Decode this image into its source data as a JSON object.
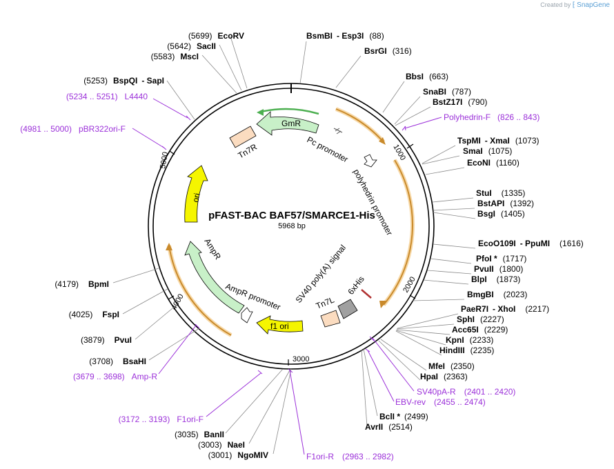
{
  "credit": {
    "prefix": "Created by",
    "brand": "SnapGene"
  },
  "plasmid": {
    "name": "pFAST-BAC BAF57/SMARCE1-His",
    "size_label": "5968 bp",
    "length": 5968
  },
  "ticks": [
    "1000",
    "2000",
    "3000",
    "4000",
    "5000"
  ],
  "sites": [
    {
      "names": [
        "BsmBI",
        "Esp3I"
      ],
      "pos": "(88)"
    },
    {
      "names": [
        "BsrGI"
      ],
      "pos": "(316)"
    },
    {
      "names": [
        "BbsI"
      ],
      "pos": "(663)"
    },
    {
      "names": [
        "SnaBI"
      ],
      "pos": "(787)"
    },
    {
      "names": [
        "BstZ17I"
      ],
      "pos": "(790)"
    },
    {
      "names": [
        "TspMI",
        "XmaI"
      ],
      "pos": "(1073)"
    },
    {
      "names": [
        "SmaI"
      ],
      "pos": "(1075)"
    },
    {
      "names": [
        "EcoNI"
      ],
      "pos": "(1160)"
    },
    {
      "names": [
        "StuI"
      ],
      "pos": "(1335)"
    },
    {
      "names": [
        "BstAPI"
      ],
      "pos": "(1392)"
    },
    {
      "names": [
        "BsgI"
      ],
      "pos": "(1405)"
    },
    {
      "names": [
        "EcoO109I",
        "PpuMI"
      ],
      "pos": "(1616)"
    },
    {
      "names": [
        "PfoI *"
      ],
      "pos": "(1717)"
    },
    {
      "names": [
        "PvuII"
      ],
      "pos": "(1800)"
    },
    {
      "names": [
        "BlpI"
      ],
      "pos": "(1873)"
    },
    {
      "names": [
        "BmgBI"
      ],
      "pos": "(2023)"
    },
    {
      "names": [
        "PaeR7I",
        "XhoI"
      ],
      "pos": "(2217)"
    },
    {
      "names": [
        "SphI"
      ],
      "pos": "(2227)"
    },
    {
      "names": [
        "Acc65I"
      ],
      "pos": "(2229)"
    },
    {
      "names": [
        "KpnI"
      ],
      "pos": "(2233)"
    },
    {
      "names": [
        "HindIII"
      ],
      "pos": "(2235)"
    },
    {
      "names": [
        "MfeI"
      ],
      "pos": "(2350)"
    },
    {
      "names": [
        "HpaI"
      ],
      "pos": "(2363)"
    },
    {
      "names": [
        "BclI *"
      ],
      "pos": "(2499)"
    },
    {
      "names": [
        "AvrII"
      ],
      "pos": "(2514)"
    },
    {
      "names": [
        "NgoMIV"
      ],
      "pos": "(3001)"
    },
    {
      "names": [
        "NaeI"
      ],
      "pos": "(3003)"
    },
    {
      "names": [
        "BanII"
      ],
      "pos": "(3035)"
    },
    {
      "names": [
        "BsaHI"
      ],
      "pos": "(3708)"
    },
    {
      "names": [
        "PvuI"
      ],
      "pos": "(3879)"
    },
    {
      "names": [
        "FspI"
      ],
      "pos": "(4025)"
    },
    {
      "names": [
        "BpmI"
      ],
      "pos": "(4179)"
    },
    {
      "names": [
        "BspQI",
        "SapI"
      ],
      "pos": "(5253)"
    },
    {
      "names": [
        "MscI"
      ],
      "pos": "(5583)"
    },
    {
      "names": [
        "SacII"
      ],
      "pos": "(5642)"
    },
    {
      "names": [
        "EcoRV"
      ],
      "pos": "(5699)"
    }
  ],
  "primers": [
    {
      "name": "Polyhedrin-F",
      "range": "(826 .. 843)"
    },
    {
      "name": "SV40pA-R",
      "range": "(2401 .. 2420)"
    },
    {
      "name": "EBV-rev",
      "range": "(2455 .. 2474)"
    },
    {
      "name": "F1ori-R",
      "range": "(2963 .. 2982)"
    },
    {
      "name": "F1ori-F",
      "range": "(3172 .. 3193)"
    },
    {
      "name": "Amp-R",
      "range": "(3679 .. 3698)"
    },
    {
      "name": "pBR322ori-F",
      "range": "(4981 .. 5000)"
    },
    {
      "name": "L4440",
      "range": "(5234 .. 5251)"
    }
  ],
  "features": [
    {
      "label": "GmR"
    },
    {
      "label": "Tn7R"
    },
    {
      "label": "Pc promoter"
    },
    {
      "label": "polyhedrin promoter"
    },
    {
      "label": "ori"
    },
    {
      "label": "AmpR"
    },
    {
      "label": "AmpR promoter"
    },
    {
      "label": "f1 ori"
    },
    {
      "label": "SV40 poly(A) signal"
    },
    {
      "label": "Tn7L"
    },
    {
      "label": "6xHis"
    }
  ],
  "colors": {
    "backbone": "#000000",
    "primer": "#9b30d9",
    "orf_arc": "#c98a2b",
    "orf_halo": "#f7d9a8",
    "gmr_fill": "#c8f0c8",
    "ampr_fill": "#c8f0c8",
    "ori_fill": "#f5f500",
    "f1ori_fill": "#f5f500",
    "tn7_fill": "#fbdcc0",
    "grey_fill": "#a0a0a0"
  }
}
